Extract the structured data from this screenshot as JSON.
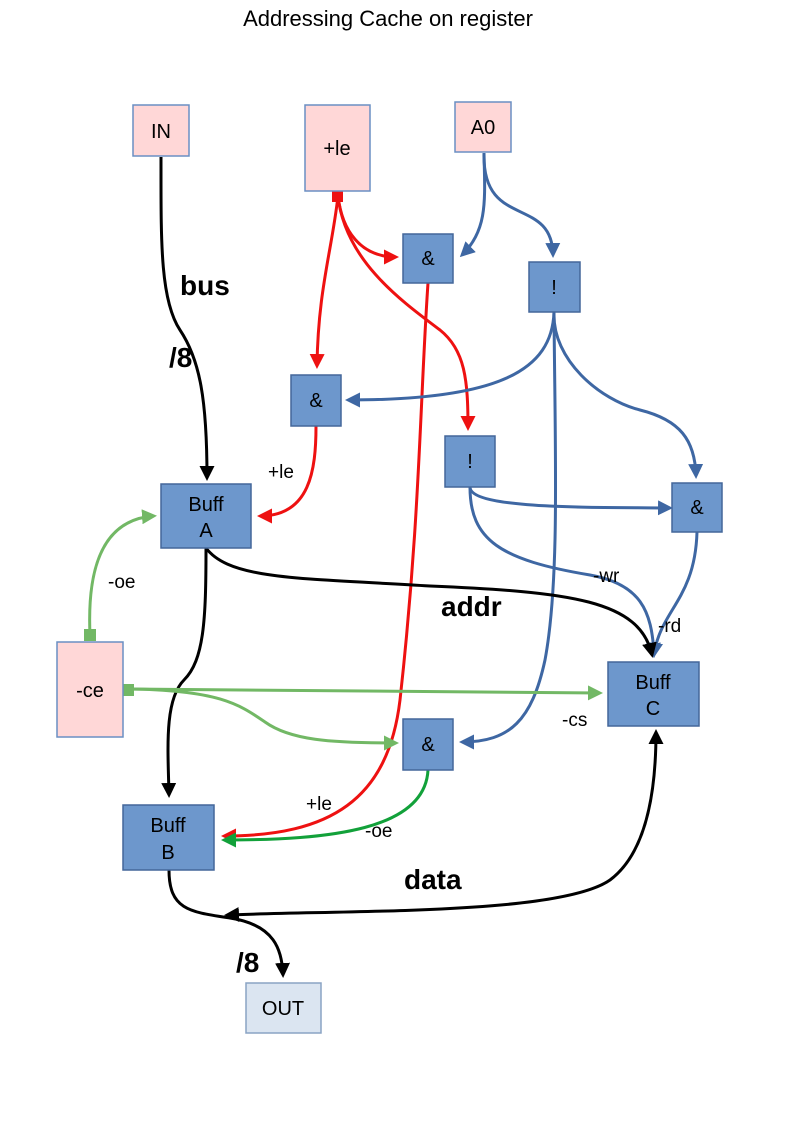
{
  "title": "Addressing Cache on register",
  "nodes": {
    "in": "IN",
    "le_in": "+le",
    "a0": "A0",
    "and_top": "&",
    "not_top": "!",
    "and_left": "&",
    "not_mid": "!",
    "and_right": "&",
    "buff_a": [
      "Buff",
      "A"
    ],
    "ce": "-ce",
    "buff_c": [
      "Buff",
      "C"
    ],
    "and_bottom": "&",
    "buff_b": [
      "Buff",
      "B"
    ],
    "out": "OUT"
  },
  "labels": {
    "bus": "bus",
    "bus_width": "/8",
    "le_a": "+le",
    "oe_a": "-oe",
    "wr": "-wr",
    "addr": "addr",
    "rd": "-rd",
    "cs": "-cs",
    "le_b": "+le",
    "oe_b": "-oe",
    "data": "data",
    "out_width": "/8"
  },
  "colors": {
    "input_fill": "#ffd7d7",
    "gate_fill": "#6d97cc",
    "output_fill": "#dbe5f1",
    "bus_wire": "#000000",
    "le_wire": "#ee1111",
    "a0_wire": "#3e67a3",
    "ce_wire": "#72b865",
    "oe_b_wire": "#12a13a"
  }
}
